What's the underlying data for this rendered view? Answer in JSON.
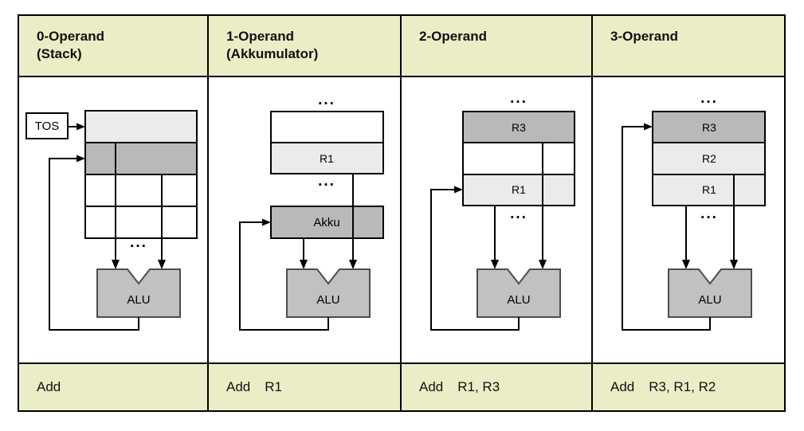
{
  "colors": {
    "header_bg": "#ebedc7",
    "cell_light": "#ebebeb",
    "cell_dark": "#b9b9b9",
    "alu_fill": "#c1c1c1",
    "line": "#000000"
  },
  "columns": [
    {
      "header": {
        "line1": "0-Operand",
        "line2": "(Stack)"
      },
      "instruction": {
        "mnemonic": "Add",
        "operands": ""
      },
      "diagram": {
        "tos": "TOS",
        "dots_bottom": "...",
        "alu": "ALU"
      }
    },
    {
      "header": {
        "line1": "1-Operand",
        "line2": "(Akkumulator)"
      },
      "instruction": {
        "mnemonic": "Add",
        "operands": "R1"
      },
      "diagram": {
        "dots_top": "...",
        "r1": "R1",
        "dots_mid": "...",
        "akku": "Akku",
        "alu": "ALU"
      }
    },
    {
      "header": {
        "line1": "2-Operand",
        "line2": ""
      },
      "instruction": {
        "mnemonic": "Add",
        "operands": "R1, R3"
      },
      "diagram": {
        "dots_top": "...",
        "r3": "R3",
        "r1": "R1",
        "dots_bottom": "...",
        "alu": "ALU"
      }
    },
    {
      "header": {
        "line1": "3-Operand",
        "line2": ""
      },
      "instruction": {
        "mnemonic": "Add",
        "operands": "R3, R1, R2"
      },
      "diagram": {
        "dots_top": "...",
        "r3": "R3",
        "r2": "R2",
        "r1": "R1",
        "dots_bottom": "...",
        "alu": "ALU"
      }
    }
  ]
}
